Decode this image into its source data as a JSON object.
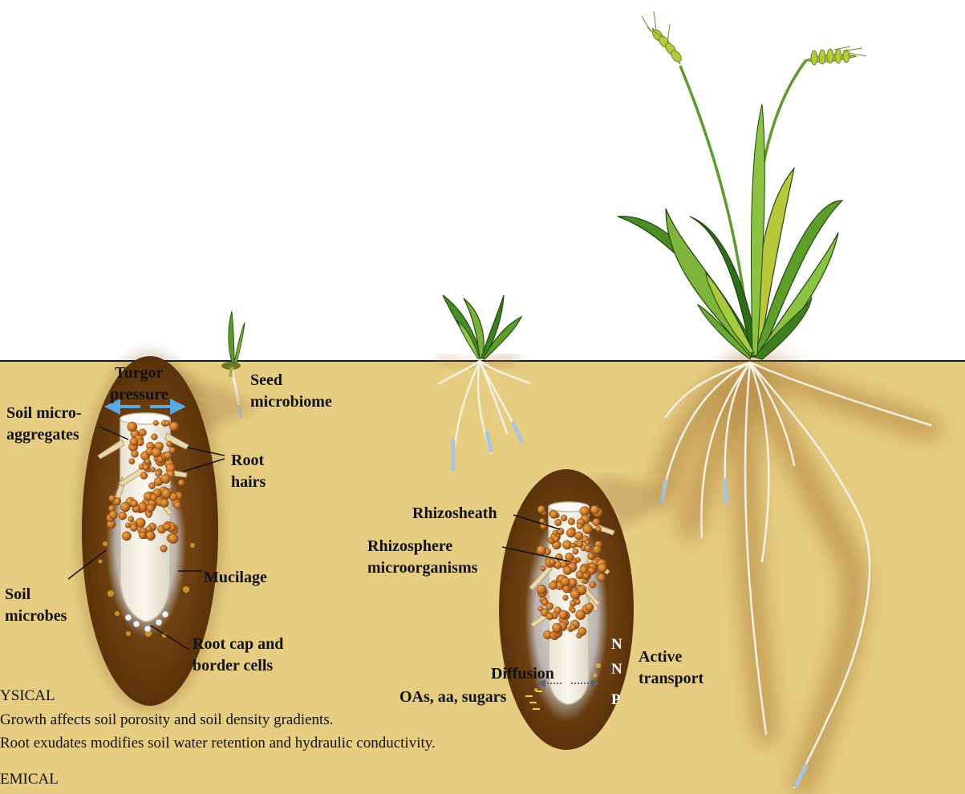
{
  "labels": {
    "turgor_pressure": "Turgor\npressure",
    "seed_microbiome": "Seed\nmicrobiome",
    "soil_micro_aggregates": "Soil micro-\naggregates",
    "root_hairs": "Root\nhairs",
    "soil_microbes": "Soil\nmicrobes",
    "mucilage": "Mucilage",
    "root_cap_border_cells": "Root cap and\nborder cells",
    "rhizosheath": "Rhizosheath",
    "rhizosphere_microorganisms": "Rhizosphere\nmicroorganisms",
    "diffusion": "Diffusion",
    "oas_aa_sugars": "OAs, aa, sugars",
    "active_transport": "Active\ntransport",
    "nutrient_n_1": "N",
    "nutrient_n_2": "N",
    "nutrient_p": "P"
  },
  "notes": {
    "physical_heading": "YSICAL",
    "physical_line_1": "Growth affects soil porosity and soil density gradients.",
    "physical_line_2": "Root exudates modifies soil water retention and hydraulic conductivity.",
    "chemical_heading": "EMICAL"
  },
  "colors": {
    "soil": "#e7cd82",
    "soil_dark_halo": "#6b3e10",
    "leaf_green": "#4a8c25",
    "leaf_yellow": "#b9c83a",
    "root_white": "#f6f1e6",
    "aggregate_orange": "#c8762a",
    "arrow_blue": "#5aa7e6"
  }
}
